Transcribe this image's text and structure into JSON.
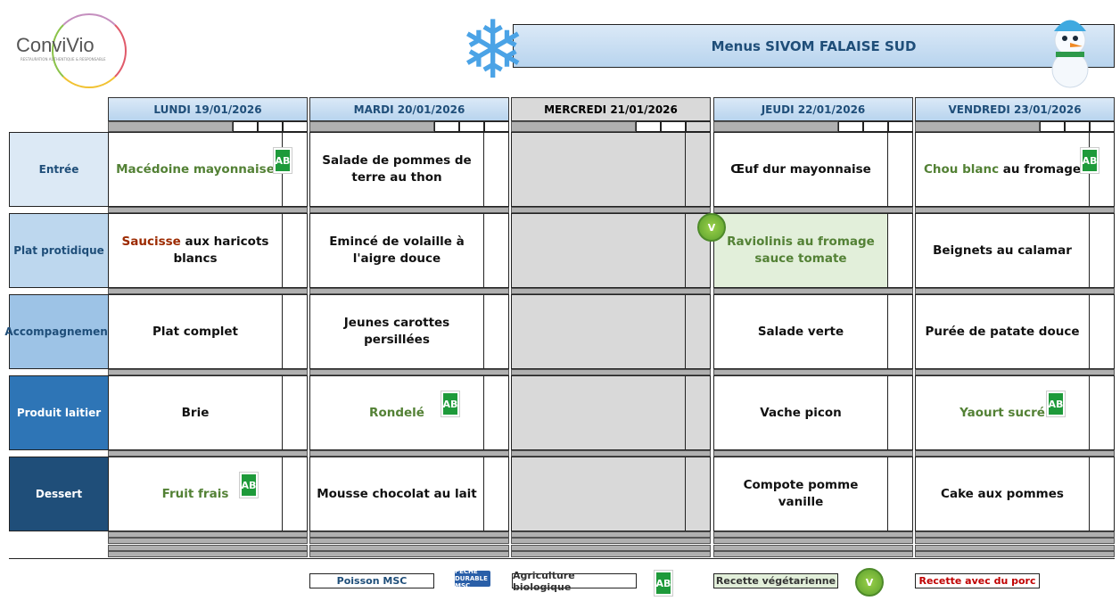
{
  "brand": {
    "name": "ConviVio",
    "tagline": "RESTAURATION AUTHENTIQUE & RESPONSABLE"
  },
  "title": "Menus SIVOM FALAISE SUD",
  "categories": [
    {
      "label": "Entrée",
      "bg": "#dce9f5",
      "fg": "#1f4e79"
    },
    {
      "label": "Plat protidique",
      "bg": "#bdd7ee",
      "fg": "#1f4e79"
    },
    {
      "label": "Accompagnement",
      "bg": "#9dc3e6",
      "fg": "#1f4e79"
    },
    {
      "label": "Produit laitier",
      "bg": "#2e75b6",
      "fg": "#ffffff"
    },
    {
      "label": "Dessert",
      "bg": "#1f4e79",
      "fg": "#ffffff"
    }
  ],
  "days": [
    {
      "label": "LUNDI  19/01/2026",
      "off": false,
      "meals": [
        {
          "parts": [
            {
              "t": "Macédoine mayonnaise",
              "c": "green"
            }
          ],
          "bio": true
        },
        {
          "parts": [
            {
              "t": "Saucisse",
              "c": "pork"
            },
            {
              "t": " aux haricots blancs",
              "c": ""
            }
          ]
        },
        {
          "parts": [
            {
              "t": "Plat complet",
              "c": ""
            }
          ]
        },
        {
          "parts": [
            {
              "t": "Brie",
              "c": ""
            }
          ]
        },
        {
          "parts": [
            {
              "t": "Fruit frais",
              "c": "green"
            }
          ],
          "bio": true
        }
      ]
    },
    {
      "label": "MARDI 20/01/2026",
      "off": false,
      "meals": [
        {
          "parts": [
            {
              "t": "Salade de pommes de terre au thon",
              "c": ""
            }
          ]
        },
        {
          "parts": [
            {
              "t": "Emincé de volaille à l'aigre douce",
              "c": ""
            }
          ]
        },
        {
          "parts": [
            {
              "t": "Jeunes carottes persillées",
              "c": ""
            }
          ]
        },
        {
          "parts": [
            {
              "t": "Rondelé",
              "c": "green"
            }
          ],
          "bio": true
        },
        {
          "parts": [
            {
              "t": "Mousse chocolat au lait",
              "c": ""
            }
          ]
        }
      ]
    },
    {
      "label": "MERCREDI 21/01/2026",
      "off": true,
      "meals": [
        {
          "parts": []
        },
        {
          "parts": []
        },
        {
          "parts": []
        },
        {
          "parts": []
        },
        {
          "parts": []
        }
      ]
    },
    {
      "label": "JEUDI 22/01/2026",
      "off": false,
      "meals": [
        {
          "parts": [
            {
              "t": "Œuf dur mayonnaise",
              "c": ""
            }
          ]
        },
        {
          "parts": [
            {
              "t": "Raviolinis au fromage sauce tomate",
              "c": "green"
            }
          ],
          "veg": true
        },
        {
          "parts": [
            {
              "t": "Salade verte",
              "c": ""
            }
          ]
        },
        {
          "parts": [
            {
              "t": "Vache picon",
              "c": ""
            }
          ]
        },
        {
          "parts": [
            {
              "t": "Compote pomme vanille",
              "c": ""
            }
          ]
        }
      ]
    },
    {
      "label": "VENDREDI 23/01/2026",
      "off": false,
      "meals": [
        {
          "parts": [
            {
              "t": "Chou blanc",
              "c": "green"
            },
            {
              "t": " au fromage",
              "c": ""
            }
          ],
          "bio": true
        },
        {
          "parts": [
            {
              "t": "Beignets au calamar",
              "c": ""
            }
          ]
        },
        {
          "parts": [
            {
              "t": "Purée de patate douce",
              "c": ""
            }
          ]
        },
        {
          "parts": [
            {
              "t": "Yaourt sucré",
              "c": "green"
            }
          ],
          "bio": true
        },
        {
          "parts": [
            {
              "t": "Cake aux pommes",
              "c": ""
            }
          ]
        }
      ]
    }
  ],
  "legend": {
    "msc": "Poisson MSC",
    "msc_icon": "PÊCHE DURABLE MSC",
    "bio": "Agriculture biologique",
    "ab_icon": "AB",
    "veg": "Recette végétarienne",
    "veg_icon": "V",
    "pork": "Recette avec du porc"
  },
  "colors": {
    "green": "#538135",
    "pork": "#9c2a00",
    "veg_bg": "#e2efda"
  }
}
